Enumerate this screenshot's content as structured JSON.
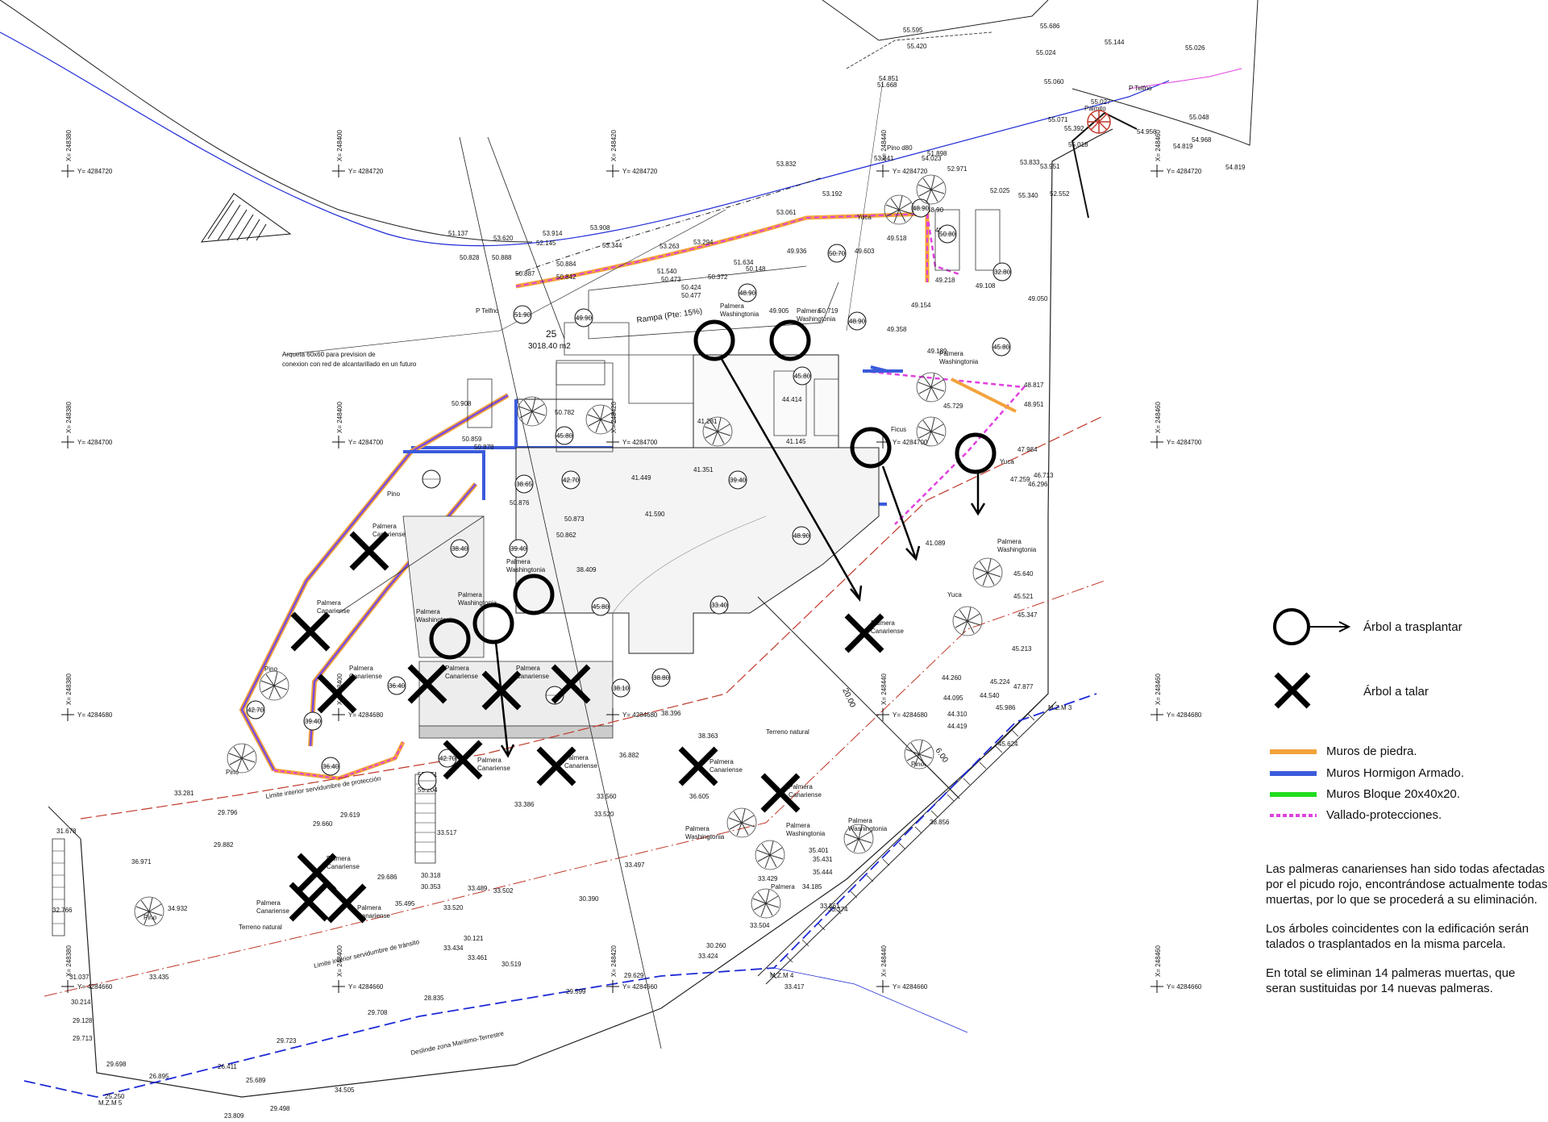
{
  "legend": {
    "transplant_label": "Árbol a trasplantar",
    "fell_label": "Árbol a talar",
    "walls": [
      {
        "label": "Muros de piedra.",
        "color": "#f2a33a",
        "style": "solid"
      },
      {
        "label": "Muros Hormigon Armado.",
        "color": "#3b5bdb",
        "style": "solid"
      },
      {
        "label": "Muros Bloque 20x40x20.",
        "color": "#22dd22",
        "style": "solid"
      },
      {
        "label": "Vallado-protecciones.",
        "color": "#e040e0",
        "style": "dashed"
      }
    ]
  },
  "notes": [
    "Las palmeras canarienses han sido todas afectadas por el picudo rojo, encontrándose actualmente todas muertas, por lo que se procederá a su eliminación.",
    "Los árboles coincidentes con la edificación serán talados o trasplantados en la misma parcela.",
    "En total se eliminan 14 palmeras muertas, que seran sustituidas por 14 nuevas palmeras."
  ],
  "plan": {
    "parcel_number": "25",
    "parcel_area": "3018.40  m2",
    "ramp_label": "Rampa (Pte: 15%)",
    "arqueta_note_1": "Arqueta 60x60 para prevision de",
    "arqueta_note_2": "conexion con red de alcantarillado en un futuro",
    "limit_protection": "Limite interior servidumbre de protección",
    "limit_transit": "Limite interior servidumbre de tránsito",
    "deslinde": "Deslinde zona Maritimo-Terrestre",
    "terreno_natural": "Terreno natural",
    "dimension_20": "20.00",
    "dimension_6": "6.00",
    "markers": [
      "M.Z.M 3",
      "M.Z.M 4",
      "M.Z.M 5"
    ],
    "grid_x": [
      "X= 248380",
      "X= 248400",
      "X= 248420",
      "X= 248440",
      "X= 248460"
    ],
    "grid_y": [
      "Y= 4284720",
      "Y= 4284700",
      "Y= 4284680",
      "Y= 4284660"
    ],
    "tree_labels": {
      "canariense": [
        "Palmera",
        "Canariense"
      ],
      "washingtonia": [
        "Palmera",
        "Washingtonia"
      ],
      "pino": "Pino",
      "yuca": "Yuca",
      "ficus": "Ficus",
      "palmito": "Palmito",
      "palmera": "Palmera",
      "pino_d80": "Pino  d80",
      "ptelf": "P Telfno"
    },
    "levels": [
      "51.137",
      "53.620",
      "53.914",
      "52.145",
      "53.908",
      "53.344",
      "53.263",
      "53.294",
      "50.828",
      "50.888",
      "50.887",
      "50.884",
      "50.842",
      "53.832",
      "53.061",
      "53.192",
      "53.841",
      "54.023",
      "52.971",
      "52.025",
      "53.833",
      "53.951",
      "55.340",
      "52.552",
      "49.936",
      "49.603",
      "49.518",
      "49.218",
      "49.108",
      "49.050",
      "49.154",
      "50.473",
      "50.424",
      "50.477",
      "50.372",
      "50.148",
      "51.540",
      "51.634",
      "49.905",
      "50.719",
      "49.358",
      "49.189",
      "48.817",
      "48.951",
      "47.984",
      "47.259",
      "46.713",
      "46.296",
      "45.729",
      "44.414",
      "41.281",
      "41.145",
      "41.351",
      "41.449",
      "41.590",
      "50.782",
      "50.878",
      "50.876",
      "50.873",
      "50.862",
      "50.859",
      "50.908",
      "38.409",
      "41.089",
      "45.640",
      "45.521",
      "45.347",
      "45.213",
      "45.224",
      "44.540",
      "44.260",
      "44.095",
      "44.310",
      "44.419",
      "45.986",
      "47.877",
      "45.624",
      "38.856",
      "38.396",
      "38.363",
      "36.882",
      "36.605",
      "35.401",
      "35.431",
      "35.444",
      "34.185",
      "33.429",
      "33.561",
      "33.374",
      "33.504",
      "33.386",
      "33.560",
      "33.520",
      "33.497",
      "33.489",
      "33.517",
      "30.318",
      "30.353",
      "33.520",
      "33.502",
      "30.390",
      "30.121",
      "33.461",
      "33.434",
      "30.519",
      "30.260",
      "33.424",
      "33.417",
      "29.599",
      "29.629",
      "29.723",
      "29.708",
      "28.835",
      "29.796",
      "29.660",
      "29.619",
      "29.882",
      "29.686",
      "35.495",
      "34.932",
      "36.971",
      "32.766",
      "31.678",
      "31.037",
      "30.214",
      "29.128",
      "29.713",
      "29.698",
      "26.895",
      "26.411",
      "25.689",
      "25.250",
      "23.809",
      "29.498",
      "34.505",
      "33.435",
      "33.281",
      "55.371",
      "55.204",
      "55.595",
      "55.420",
      "55.686",
      "55.144",
      "55.026",
      "55.024",
      "55.060",
      "55.071",
      "55.392",
      "55.018",
      "55.048",
      "54.819",
      "54.968",
      "54.819",
      "55.027",
      "54.956",
      "54.851",
      "51.668",
      "51.898",
      "48.90",
      "48.90",
      "50.80",
      "50.70",
      "51.90",
      "49.90",
      "48.90",
      "48.90",
      "48.90",
      "45.80",
      "45.80",
      "45.80",
      "42.70",
      "39.40",
      "39.40",
      "38.40",
      "36.40",
      "38.80",
      "38.10",
      "42.70",
      "39.40",
      "36.40",
      "45.80",
      "48.90",
      "42.70",
      "33.40",
      "32.80",
      "38.65"
    ],
    "grid_tick_labels": [
      "Y= 4284700",
      "Y= 4284680"
    ]
  }
}
